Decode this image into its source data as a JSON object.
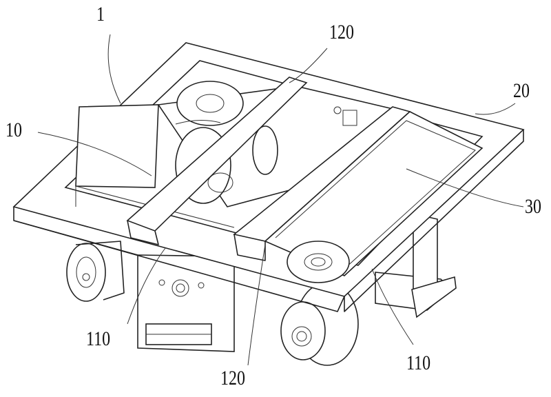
{
  "figure": {
    "labels": {
      "l1": "1",
      "l120_top": "120",
      "l20": "20",
      "l10": "10",
      "l30": "30",
      "l110_left": "110",
      "l120_bottom": "120",
      "l110_right": "110"
    }
  }
}
